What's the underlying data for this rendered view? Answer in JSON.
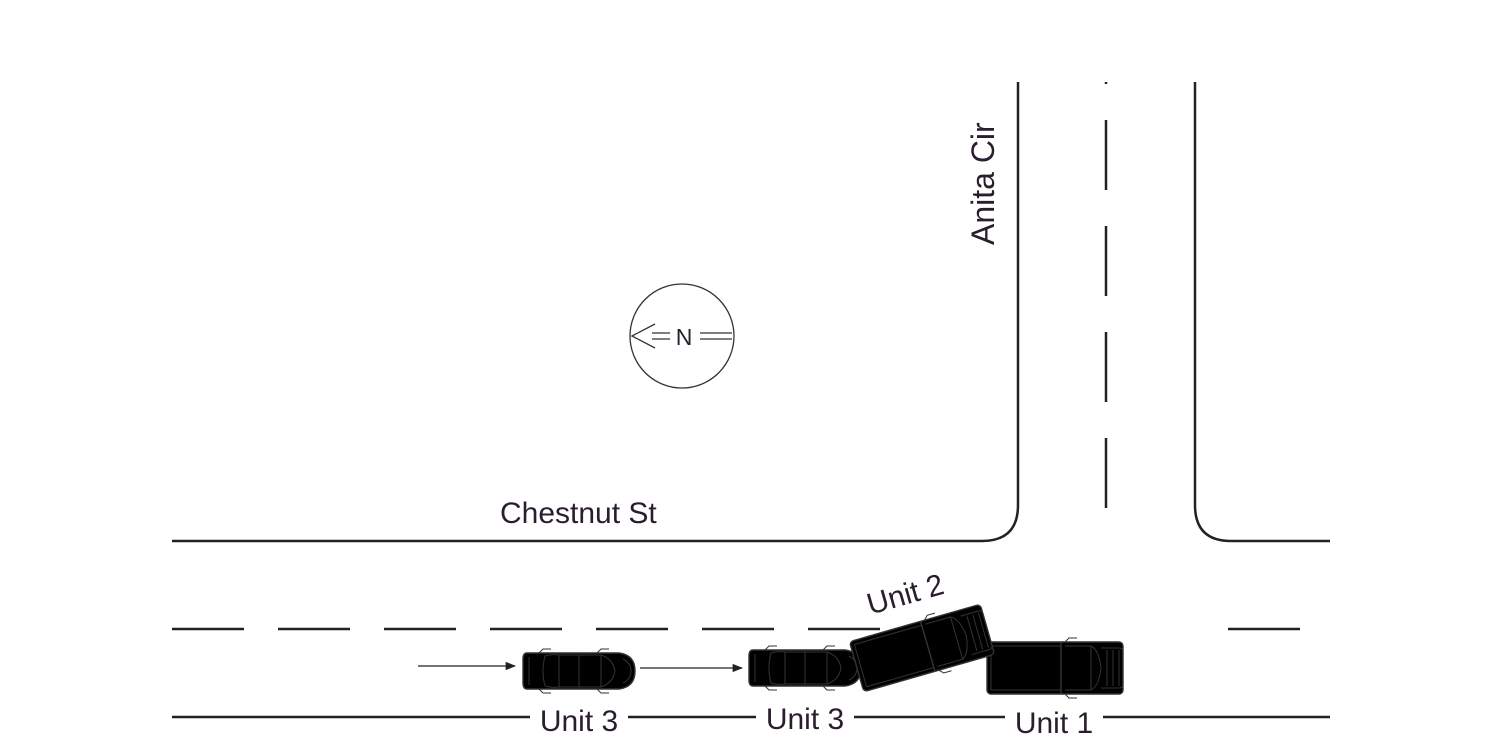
{
  "streets": {
    "anita": "Anita Cir",
    "chestnut": "Chestnut St"
  },
  "north_arrow": {
    "label": "N"
  },
  "units": {
    "unit3_before": "Unit 3",
    "unit3_after": "Unit 3",
    "unit2": "Unit 2",
    "unit1": "Unit 1"
  },
  "colors": {
    "ink": "#222222",
    "label": "#2a1d2e"
  }
}
